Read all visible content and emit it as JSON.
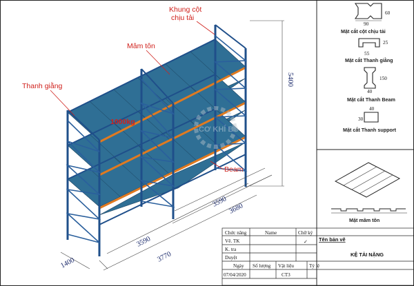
{
  "callouts": {
    "frame": [
      "Khung cột",
      "chịu tải"
    ],
    "deck": "Mâm tôn",
    "brace": "Thanh giằng",
    "beam": "Beam",
    "load": "1000kg"
  },
  "dimensions": {
    "height": "5400",
    "depth": "1400",
    "bay_front_inner": "3590",
    "bay_front_total": "3770",
    "bay_back_inner": "3590",
    "bay_back_total": "3680"
  },
  "watermark": "CƠ KHÍ BS",
  "sections": [
    {
      "label": "Mặt cắt cột chịu tải",
      "dims": [
        "90",
        "60"
      ]
    },
    {
      "label": "Mặt cắt Thanh giằng",
      "dims": [
        "55",
        "25"
      ]
    },
    {
      "label": "Mặt cắt Thanh Beam",
      "dims": [
        "40",
        "150"
      ]
    },
    {
      "label": "Mặt cắt Thanh support",
      "dims": [
        "40",
        "30"
      ]
    }
  ],
  "deck_view": {
    "label": "Mặt mâm tôn"
  },
  "title_block": {
    "headers": [
      "Chức năng",
      "Name",
      "Chữ ký"
    ],
    "roles": [
      "Vẽ. TK",
      "K. tra",
      "Duyệt"
    ],
    "check": "✓",
    "bottom_headers": [
      "Ngày",
      "Số lượng",
      "Vật liệu",
      "Tỷ lệ"
    ],
    "bottom_values": [
      "07/04/2020",
      "",
      "CT3",
      ""
    ],
    "drawing_name_label": "Tên bản vẽ",
    "drawing_name": "KỆ TẢI NẶNG"
  }
}
